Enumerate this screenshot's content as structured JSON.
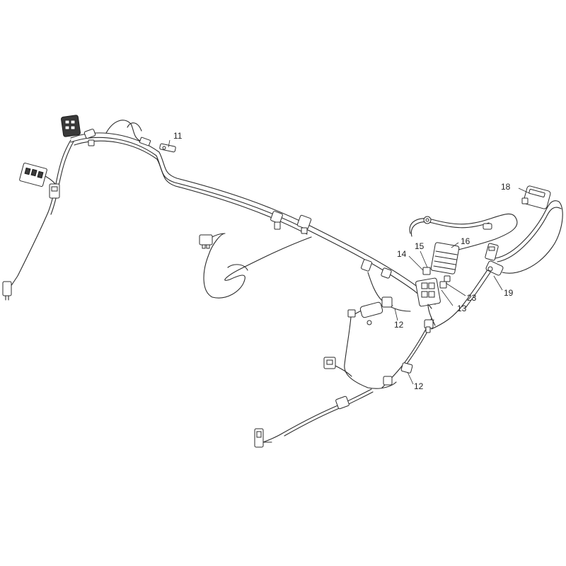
{
  "callouts": [
    {
      "id": "c11",
      "label": "11"
    },
    {
      "id": "c18",
      "label": "18"
    },
    {
      "id": "c16",
      "label": "16"
    },
    {
      "id": "c15",
      "label": "15"
    },
    {
      "id": "c14",
      "label": "14"
    },
    {
      "id": "c23",
      "label": "23"
    },
    {
      "id": "c13",
      "label": "13"
    },
    {
      "id": "c19",
      "label": "19"
    },
    {
      "id": "c12a",
      "label": "12"
    },
    {
      "id": "c12b",
      "label": "12"
    }
  ],
  "colors": {
    "line": "#2b2b2b",
    "background": "#ffffff"
  }
}
